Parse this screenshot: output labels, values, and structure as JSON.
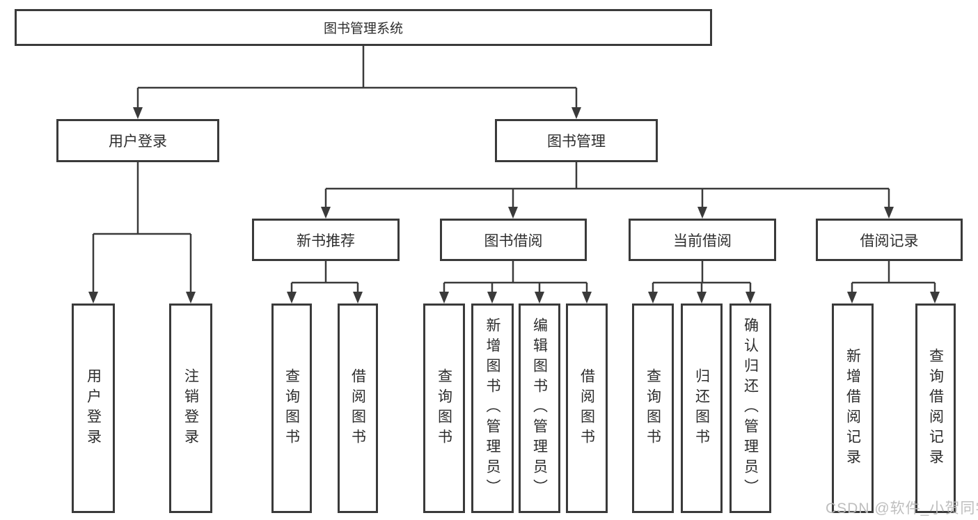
{
  "diagram": {
    "tree": {
      "label": "图书管理系统",
      "children": [
        {
          "label": "用户登录",
          "children": [
            {
              "label": "用户登录"
            },
            {
              "label": "注销登录"
            }
          ]
        },
        {
          "label": "图书管理",
          "children": [
            {
              "label": "新书推荐",
              "children": [
                {
                  "label": "查询图书"
                },
                {
                  "label": "借阅图书"
                }
              ]
            },
            {
              "label": "图书借阅",
              "children": [
                {
                  "label": "查询图书"
                },
                {
                  "label": "新增图书（管理员）"
                },
                {
                  "label": "编辑图书（管理员）"
                },
                {
                  "label": "借阅图书"
                }
              ]
            },
            {
              "label": "当前借阅",
              "children": [
                {
                  "label": "查询图书"
                },
                {
                  "label": "归还图书"
                },
                {
                  "label": "确认归还（管理员）"
                }
              ]
            },
            {
              "label": "借阅记录",
              "children": [
                {
                  "label": "新增借阅记录"
                },
                {
                  "label": "查询借阅记录"
                }
              ]
            }
          ]
        }
      ]
    },
    "colors": {
      "line": "#3a3a3a",
      "box_border": "#3a3a3a",
      "text": "#2d2d2d",
      "background": "#ffffff"
    }
  },
  "watermark": {
    "text": "CSDN @软件_小贺同学"
  }
}
